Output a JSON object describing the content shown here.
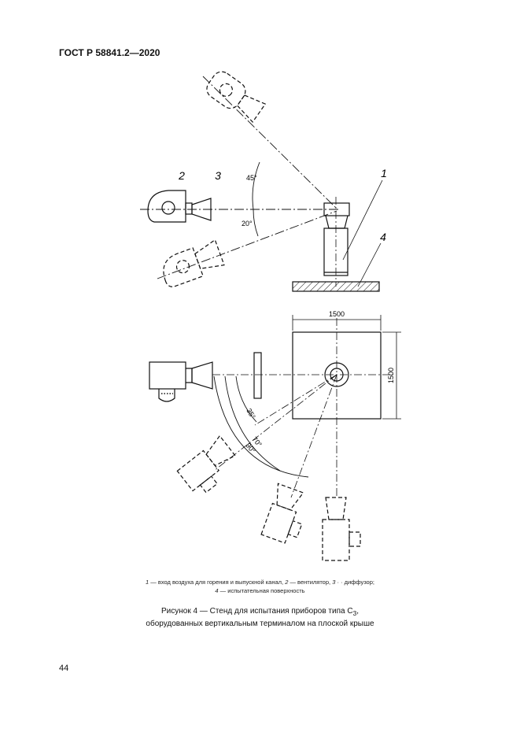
{
  "header": {
    "title": "ГОСТ Р 58841.2—2020"
  },
  "figure": {
    "callouts": {
      "c1": "1",
      "c2": "2",
      "c3": "3",
      "c4": "4"
    },
    "angles": {
      "a45": "45°",
      "a20": "20°",
      "a35": "35°",
      "a70": "70°",
      "a90": "90°"
    },
    "dims": {
      "width": "1500",
      "height": "1500"
    }
  },
  "legend": {
    "n1": "1",
    "t1": " — вход воздуха для горения и выпускной канал, ",
    "n2": "2",
    "t2": " — вентилятор, ",
    "n3": "3",
    "t3": " · · диффузор;",
    "n4": "4",
    "t4": " — испытательная поверхность"
  },
  "caption": {
    "line1a": "Рисунок 4 — Стенд для испытания приборов типа C",
    "line1sub": "3",
    "line1b": ",",
    "line2": "оборудованных вертикальным терминалом на плоской крыше"
  },
  "page": {
    "number": "44"
  }
}
